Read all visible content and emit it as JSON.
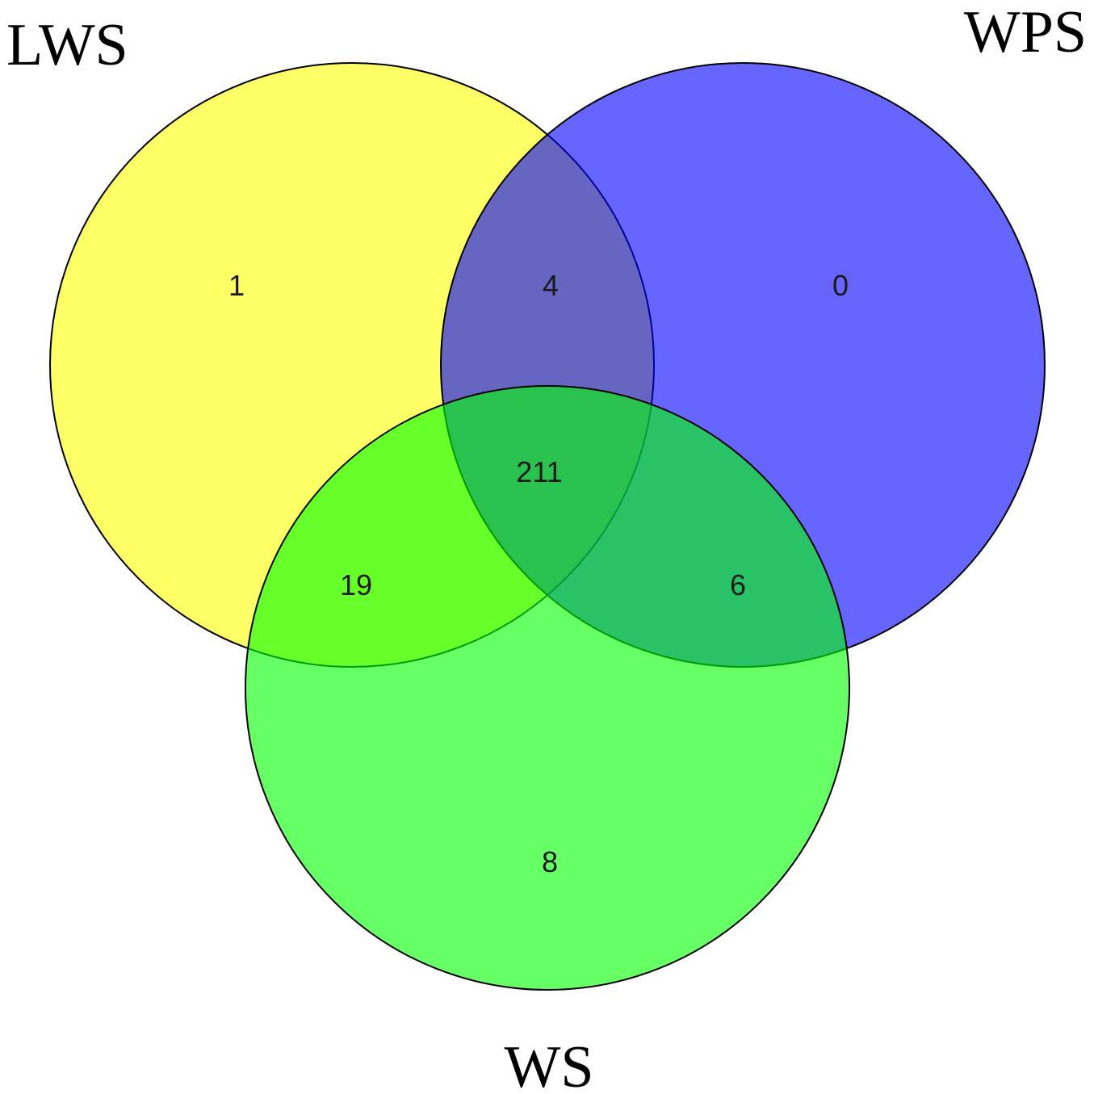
{
  "diagram": {
    "type": "venn",
    "sets": [
      {
        "key": "lws",
        "label": "LWS",
        "color": "#ffff00"
      },
      {
        "key": "wps",
        "label": "WPS",
        "color": "#0000ff"
      },
      {
        "key": "ws",
        "label": "WS",
        "color": "#00ff00"
      }
    ],
    "regions": {
      "lws_only": "1",
      "wps_only": "0",
      "ws_only": "8",
      "lws_wps": "4",
      "lws_ws": "19",
      "wps_ws": "6",
      "lws_wps_ws": "211"
    }
  }
}
